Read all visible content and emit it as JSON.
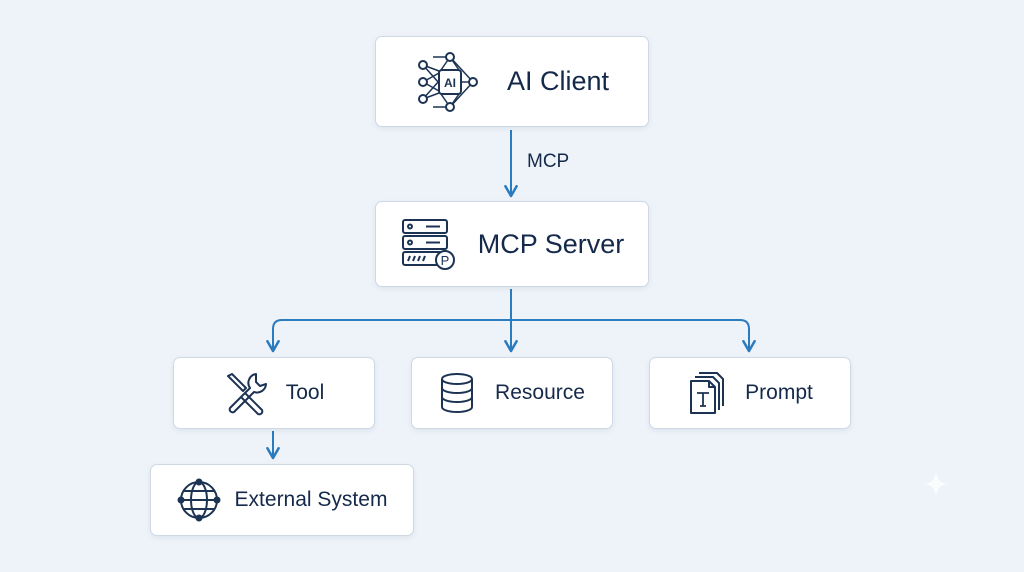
{
  "nodes": {
    "ai_client": {
      "label": "AI Client",
      "icon": "ai-network-icon"
    },
    "mcp_server": {
      "label": "MCP Server",
      "icon": "server-icon"
    },
    "tool": {
      "label": "Tool",
      "icon": "wrench-screwdriver-icon"
    },
    "resource": {
      "label": "Resource",
      "icon": "database-icon"
    },
    "prompt": {
      "label": "Prompt",
      "icon": "document-stack-icon"
    },
    "external_system": {
      "label": "External System",
      "icon": "globe-icon"
    }
  },
  "edges": [
    {
      "from": "ai_client",
      "to": "mcp_server",
      "label": "MCP"
    },
    {
      "from": "mcp_server",
      "to": "tool",
      "label": ""
    },
    {
      "from": "mcp_server",
      "to": "resource",
      "label": ""
    },
    {
      "from": "mcp_server",
      "to": "prompt",
      "label": ""
    },
    {
      "from": "tool",
      "to": "external_system",
      "label": ""
    }
  ],
  "colors": {
    "background": "#eef3f9",
    "arrow": "#2b7bbf",
    "icon": "#1c3353",
    "text": "#15294a"
  }
}
